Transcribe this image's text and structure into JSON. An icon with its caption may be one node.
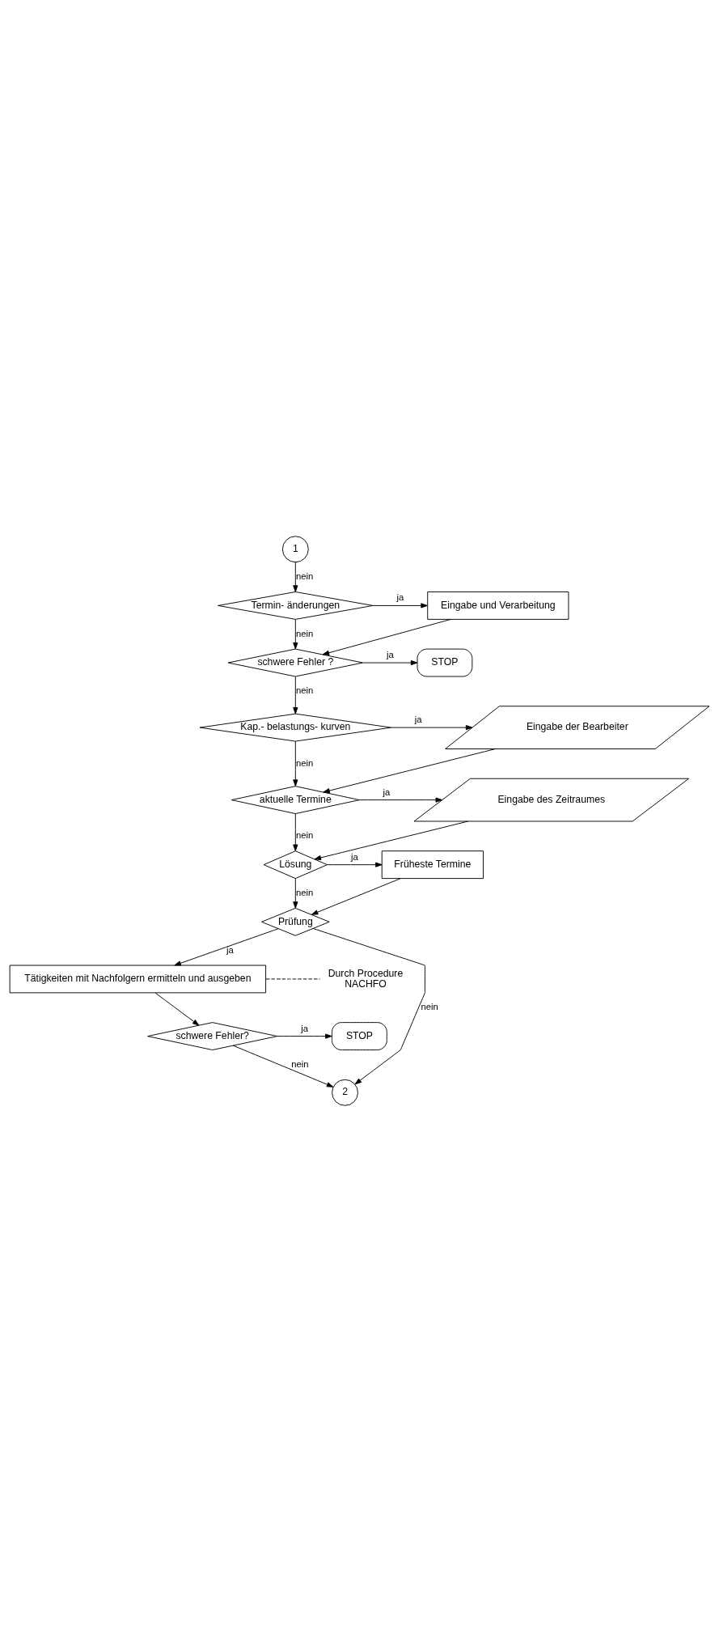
{
  "diagram": {
    "nodes": [
      {
        "text": [
          "1"
        ]
      },
      {
        "text": [
          "Termin- änderungen"
        ]
      },
      {
        "text": [
          "Eingabe und Verarbeitung"
        ]
      },
      {
        "text": [
          "schwere Fehler ?"
        ]
      },
      {
        "text": [
          "STOP"
        ]
      },
      {
        "text": [
          "Kap.- belastungs- kurven"
        ]
      },
      {
        "text": [
          "Eingabe der Bearbeiter"
        ]
      },
      {
        "text": [
          "aktuelle Termine"
        ]
      },
      {
        "text": [
          "Eingabe des Zeitraumes"
        ]
      },
      {
        "text": [
          "Lösung"
        ]
      },
      {
        "text": [
          "Früheste Termine"
        ]
      },
      {
        "text": [
          "Prüfung"
        ]
      },
      {
        "text": [
          "Tätigkeiten mit Nachfolgern ermitteln und ausgeben"
        ]
      },
      {
        "text": [
          "Durch Procedure",
          "NACHFO"
        ]
      },
      {
        "text": [
          "schwere Fehler?"
        ]
      },
      {
        "text": [
          "STOP"
        ]
      },
      {
        "text": [
          "2"
        ]
      }
    ],
    "edges": [
      {
        "from": 0,
        "to": 1,
        "arrow": "to",
        "label": "nein"
      },
      {
        "from": 1,
        "to": 2,
        "arrow": "to",
        "label": "ja"
      },
      {
        "from": 2,
        "to": 3,
        "arrow": "to"
      },
      {
        "from": 1,
        "to": 3,
        "arrow": "to",
        "label": "nein"
      },
      {
        "from": 3,
        "to": 4,
        "arrow": "to",
        "label": "ja"
      },
      {
        "from": 3,
        "to": 5,
        "arrow": "to",
        "label": "nein"
      },
      {
        "from": 5,
        "to": 6,
        "arrow": "to",
        "label": "ja"
      },
      {
        "from": 6,
        "to": 7,
        "arrow": "to"
      },
      {
        "from": 5,
        "to": 7,
        "arrow": "to",
        "label": "nein"
      },
      {
        "from": 7,
        "to": 8,
        "arrow": "to",
        "label": "ja"
      },
      {
        "from": 8,
        "to": 9,
        "arrow": "to"
      },
      {
        "from": 7,
        "to": 9,
        "arrow": "to",
        "label": "nein"
      },
      {
        "from": 9,
        "to": 10,
        "arrow": "to",
        "label": "ja"
      },
      {
        "from": 10,
        "to": 11,
        "arrow": "to"
      },
      {
        "from": 9,
        "to": 11,
        "arrow": "to",
        "label": "nein"
      },
      {
        "from": 11,
        "to": 12,
        "arrow": "to",
        "label": "ja"
      },
      {
        "from": 11,
        "to": 16,
        "arrow": "to",
        "label": "nein"
      },
      {
        "from": 12,
        "to": 13,
        "arrow": "none",
        "style": "dashed"
      },
      {
        "from": 12,
        "to": 14,
        "arrow": "to"
      },
      {
        "from": 14,
        "to": 15,
        "arrow": "to",
        "label": "ja"
      },
      {
        "from": 14,
        "to": 16,
        "arrow": "to",
        "label": "nein"
      }
    ]
  }
}
